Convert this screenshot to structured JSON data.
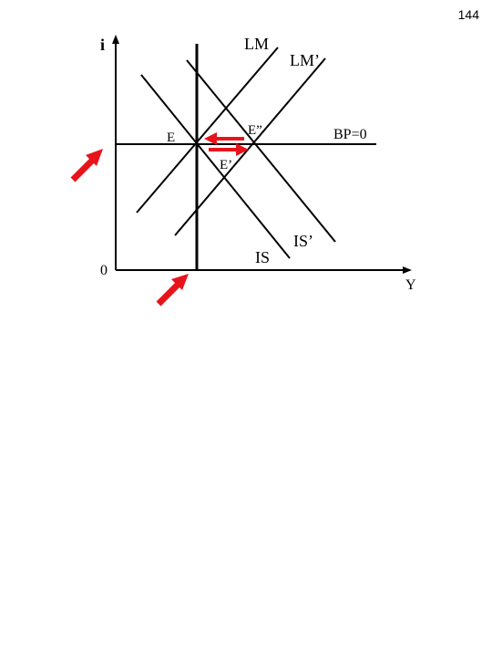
{
  "page_number": "144",
  "axes": {
    "y_label": "i",
    "x_label": "Y",
    "origin_label": "0"
  },
  "curves": {
    "lm": "LM",
    "lm2": "LM’",
    "bp": "BP=0",
    "is": "IS",
    "is2": "IS’"
  },
  "points": {
    "e": "E",
    "e1": "E’",
    "e2": "E”"
  },
  "colors": {
    "arrow": "#e8141b",
    "line": "#000000"
  }
}
